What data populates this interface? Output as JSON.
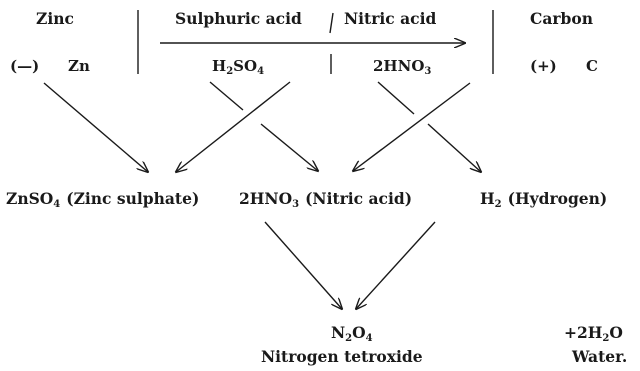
{
  "header": {
    "zinc": "Zinc",
    "sulphuric": "Sulphuric acid",
    "nitric": "Nitric acid",
    "carbon": "Carbon"
  },
  "formulas": {
    "zinc_sign": "(—)",
    "zinc_symbol": "Zn",
    "h2so4": {
      "a": "H",
      "a_sub": "2",
      "b": "SO",
      "b_sub": "4"
    },
    "hno3": {
      "a": "2HNO",
      "a_sub": "3"
    },
    "carbon_sign": "(+)",
    "carbon_symbol": "C"
  },
  "products": {
    "znso4": {
      "a": "ZnSO",
      "a_sub": "4",
      "label": "(Zinc sulphate)"
    },
    "hno3": {
      "a": "2HNO",
      "a_sub": "3",
      "label": "(Nitric acid)"
    },
    "h2": {
      "a": "H",
      "a_sub": "2",
      "label": "(Hydrogen)"
    }
  },
  "result": {
    "n2o4": {
      "a": "N",
      "a_sub": "2",
      "b": "O",
      "b_sub": "4"
    },
    "n2o4_name": "Nitrogen tetroxide",
    "water": {
      "prefix": "+2H",
      "a_sub": "2",
      "b": "O"
    },
    "water_name": "Water."
  }
}
